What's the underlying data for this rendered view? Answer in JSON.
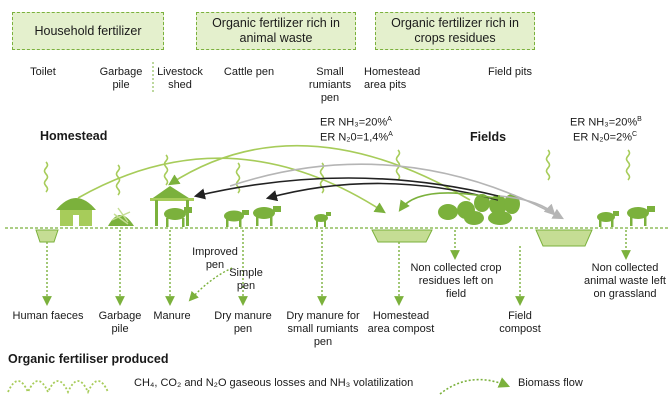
{
  "header": {
    "household": "Household fertilizer",
    "animal_waste": "Organic fertilizer rich in animal waste",
    "crop_residues": "Organic fertilizer rich in crops residues"
  },
  "sources": {
    "toilet": "Toilet",
    "garbage_pile": "Garbage pile",
    "livestock_shed": "Livestock shed",
    "cattle_pen": "Cattle pen",
    "small_ruminants_pen": "Small rumiants pen",
    "homestead_area_pits": "Homestead area pits",
    "field_pits": "Field pits"
  },
  "zones": {
    "homestead": "Homestead",
    "fields": "Fields"
  },
  "emission_rates": {
    "homestead_nh3": "ER NH₃=20%",
    "homestead_nh3_note": "A",
    "homestead_n2o": "ER N₂0=1,4%",
    "homestead_n2o_note": "A",
    "fields_nh3": "ER NH₃=20%",
    "fields_nh3_note": "B",
    "fields_n2o": "ER N₂0=2%",
    "fields_n2o_note": "C"
  },
  "pen_types": {
    "improved": "Improved pen",
    "simple": "Simple pen"
  },
  "outputs": {
    "human_faeces": "Human faeces",
    "garbage_pile": "Garbage pile",
    "manure": "Manure",
    "dry_manure_pen": "Dry manure pen",
    "dry_manure_small": "Dry manure for small rumiants pen",
    "homestead_compost": "Homestead area compost",
    "field_compost": "Field compost",
    "non_collected_crop": "Non collected crop residues left on field",
    "non_collected_animal": "Non collected animal waste left on grassland"
  },
  "legend": {
    "title": "Organic fertiliser produced",
    "gas_losses": "CH₄, CO₂ and N₂O gaseous losses and NH₃ volatilization",
    "biomass_flow": "Biomass flow"
  },
  "colors": {
    "green": "#7bb13c",
    "light_green": "#a7cc5a",
    "header_fill": "#e4f0cd",
    "dark": "#222222",
    "grey": "#b5b5b5"
  }
}
